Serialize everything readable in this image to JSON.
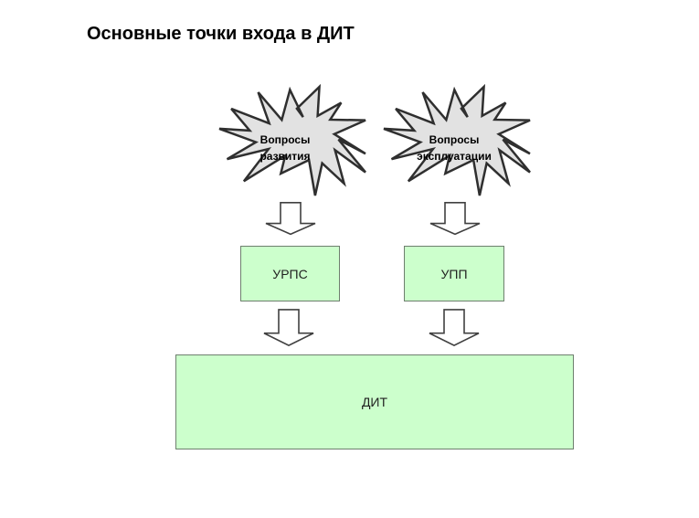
{
  "title": "Основные точки входа в ДИТ",
  "bursts": [
    {
      "id": "development",
      "line1": "Вопросы",
      "line2": "развития"
    },
    {
      "id": "operations",
      "line1": "Вопросы",
      "line2": "эксплуатации"
    }
  ],
  "boxes": {
    "urps": {
      "label": "УРПС"
    },
    "upp": {
      "label": "УПП"
    },
    "dit": {
      "label": "ДИТ"
    }
  },
  "colors": {
    "title_color": "#000000",
    "burst_fill": "#e2e2e2",
    "burst_border": "#2f2f2f",
    "arrow_fill": "#ffffff",
    "arrow_border": "#404040",
    "box_fill": "#ccffcc",
    "box_border": "#6e7f6e"
  }
}
